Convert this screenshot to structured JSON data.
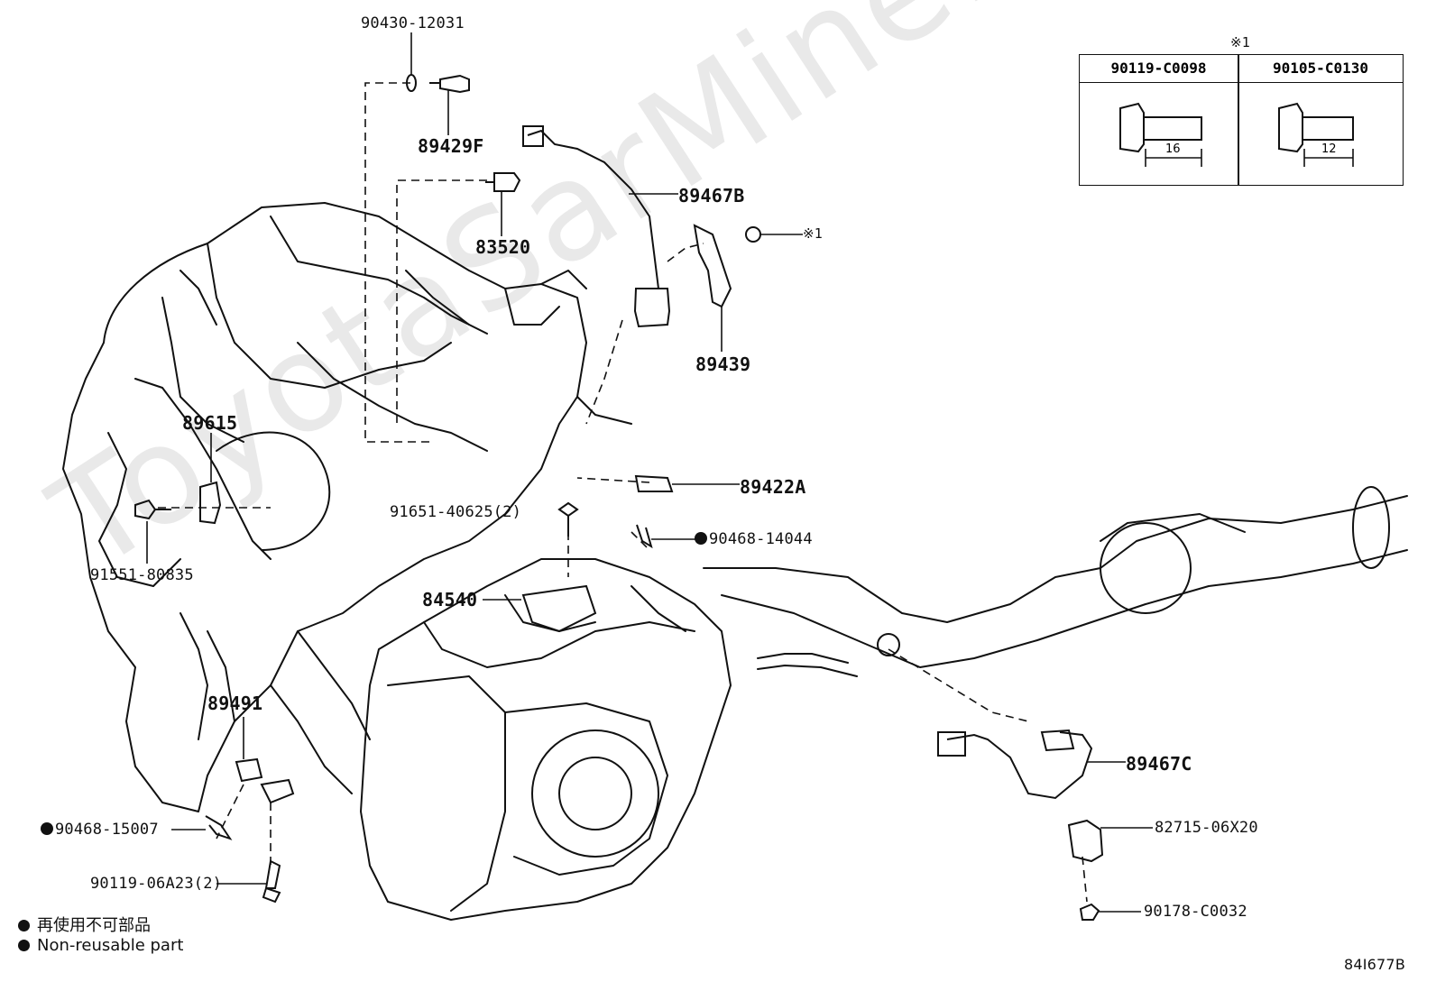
{
  "watermark": "ToyotaSarMine.ru",
  "diagram_code": "84I677B",
  "table": {
    "note_mark": "※1",
    "columns": [
      {
        "part": "90119-C0098",
        "length": "16"
      },
      {
        "part": "90105-C0130",
        "length": "12"
      }
    ]
  },
  "labels": {
    "p90430_12031": "90430-12031",
    "p89429F": "89429F",
    "p89467B": "89467B",
    "p83520": "83520",
    "note1_ref": "※1",
    "p89439": "89439",
    "p89615": "89615",
    "p89422A": "89422A",
    "p91651_40625": "91651-40625(2)",
    "p90468_14044": "90468-14044",
    "p91551_80835": "91551-80835",
    "p84540": "84540",
    "p89491": "89491",
    "p89467C": "89467C",
    "p82715_06X20": "82715-06X20",
    "p90468_15007": "90468-15007",
    "p90119_06A23": "90119-06A23(2)",
    "p90178_C0032": "90178-C0032"
  },
  "legend": {
    "jp": "再使用不可部品",
    "en": "Non-reusable part"
  }
}
